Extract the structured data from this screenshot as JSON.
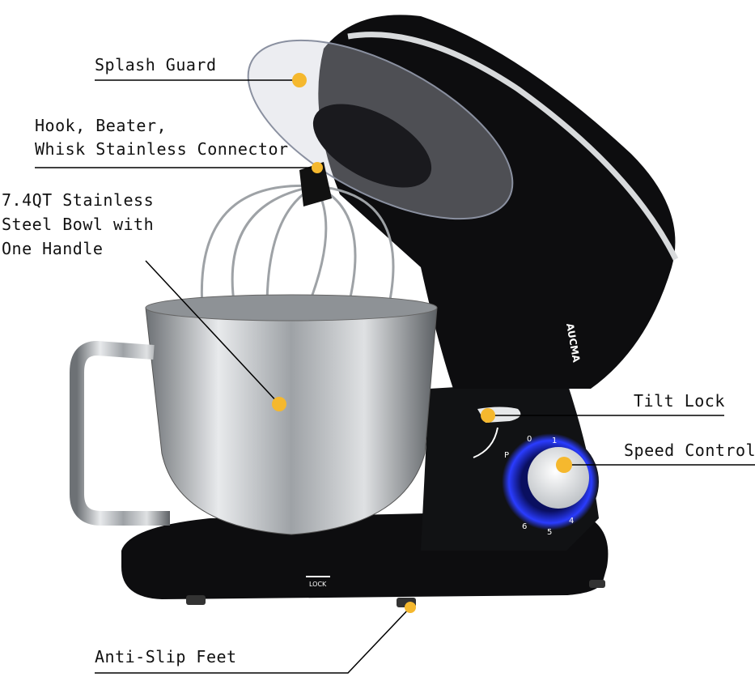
{
  "callouts": {
    "splash_guard": "Splash Guard",
    "connector_line1": "Hook, Beater,",
    "connector_line2": "Whisk Stainless Connector",
    "bowl_line1": "7.4QT Stainless",
    "bowl_line2": "Steel Bowl with",
    "bowl_line3": "One Handle",
    "tilt_lock": "Tilt Lock",
    "speed_control": "Speed Control",
    "anti_slip_feet": "Anti-Slip Feet"
  },
  "product": {
    "brand": "AUCMA",
    "lock_label": "LOCK",
    "dial_marks": [
      "P",
      "0",
      "1",
      "4",
      "5",
      "6"
    ]
  },
  "colors": {
    "marker": "#f5b82e",
    "body": "#0d0d0f",
    "dial_glow": "#2a3cff",
    "steel": "#b8bcc0"
  }
}
